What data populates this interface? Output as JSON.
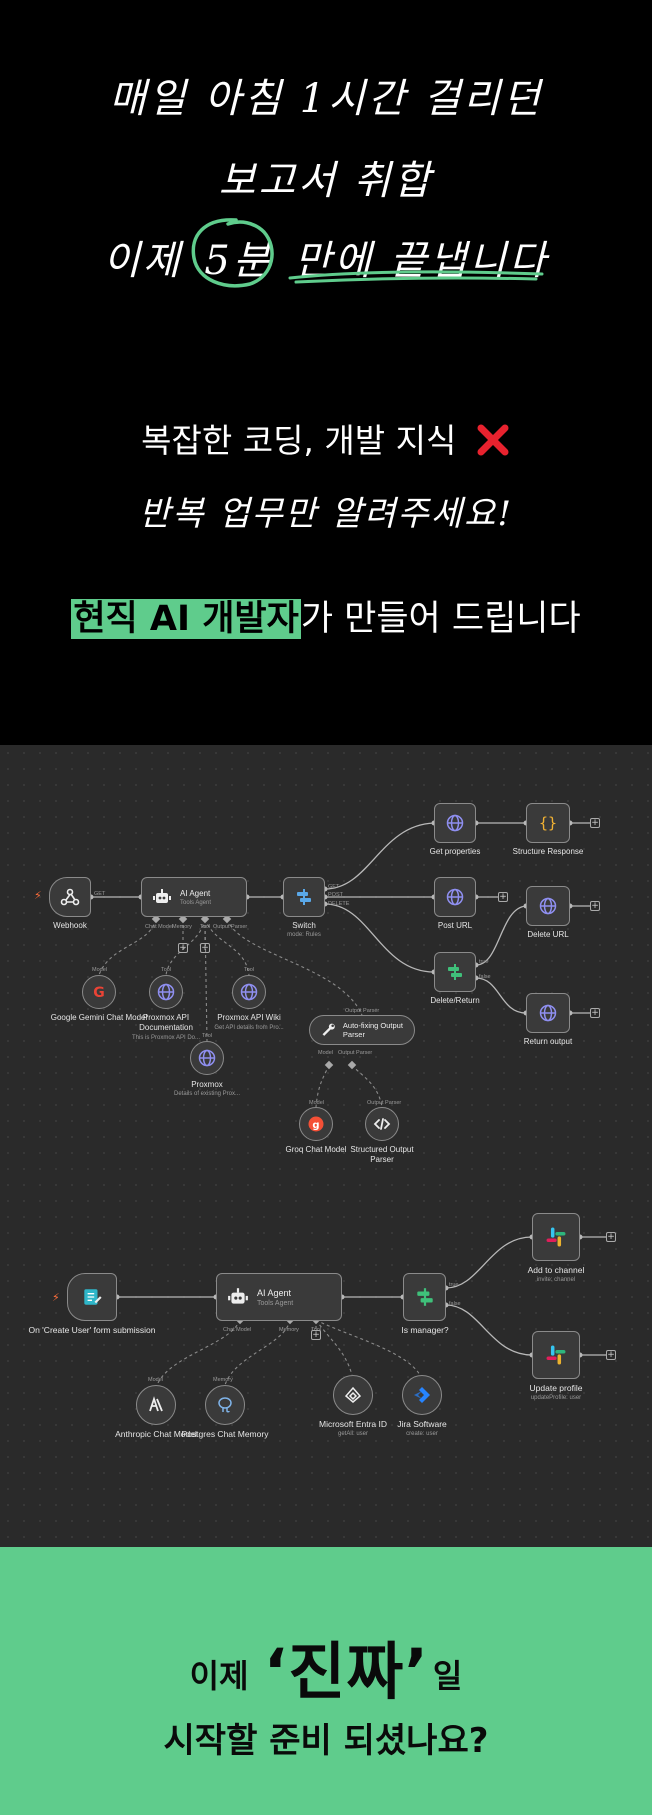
{
  "hero": {
    "line1": "매일 아침 1시간 걸리던",
    "line2": "보고서 취합",
    "line3_pre": "이제",
    "line3_circled": "5분",
    "line3_post": "만에 끝냅니다",
    "sub1": "복잡한 코딩, 개발 지식",
    "sub2": "반복 업무만 알려주세요!",
    "sub3_highlight": "현직 AI 개발자",
    "sub3_rest": "가 만들어 드립니다",
    "accent_color": "#5fcc8c",
    "x_color": "#e8222e"
  },
  "workflow1": {
    "webhook": "Webhook",
    "webhook_port": "GET",
    "agent_title": "AI Agent",
    "agent_sub": "Tools Agent",
    "agent_ports": [
      "Chat Model",
      "Memory",
      "Tool",
      "Output Parser"
    ],
    "switch_title": "Switch",
    "switch_sub": "mode: Rules",
    "switch_ports": [
      "GET",
      "POST",
      "DELETE"
    ],
    "get_properties": "Get properties",
    "structure_response": "Structure Response",
    "post_url": "Post URL",
    "delete_return": "Delete/Return",
    "delete_ports": [
      "true",
      "false"
    ],
    "delete_url": "Delete URL",
    "return_output": "Return output",
    "gemini": "Google Gemini Chat Model",
    "gemini_port": "Model",
    "proxmox_doc": "Proxmox API Documentation",
    "proxmox_doc_sub": "This is Proxmox API Do...",
    "proxmox_wiki": "Proxmox API Wiki",
    "proxmox_wiki_sub": "Get API details from Pro...",
    "proxmox": "Proxmox",
    "proxmox_sub": "Details of existing Prox...",
    "tool_port": "Tool",
    "autofix": "Auto-fixing Output Parser",
    "autofix_top_port": "Output Parser",
    "autofix_ports": [
      "Model",
      "Output Parser"
    ],
    "groq": "Groq Chat Model",
    "structured": "Structured Output Parser"
  },
  "workflow2": {
    "form": "On 'Create User' form submission",
    "agent_title": "AI Agent",
    "agent_sub": "Tools Agent",
    "agent_ports": [
      "Chat Model",
      "Memory",
      "Tool"
    ],
    "is_manager": "Is manager?",
    "manager_ports": [
      "true",
      "false"
    ],
    "add_channel": "Add to channel",
    "add_channel_sub": "invite: channel",
    "update_profile": "Update profile",
    "update_profile_sub": "updateProfile: user",
    "anthropic": "Anthropic Chat Model",
    "postgres": "Postgres Chat Memory",
    "entra": "Microsoft Entra ID",
    "entra_sub": "getAll: user",
    "jira": "Jira Software",
    "jira_sub": "create: user",
    "model_port": "Model",
    "memory_port": "Memory"
  },
  "cta": {
    "pre": "이제",
    "quote": "‘진짜’",
    "post": "일",
    "line2": "시작할 준비 되셨나요?",
    "bg_color": "#5fcc8c"
  }
}
